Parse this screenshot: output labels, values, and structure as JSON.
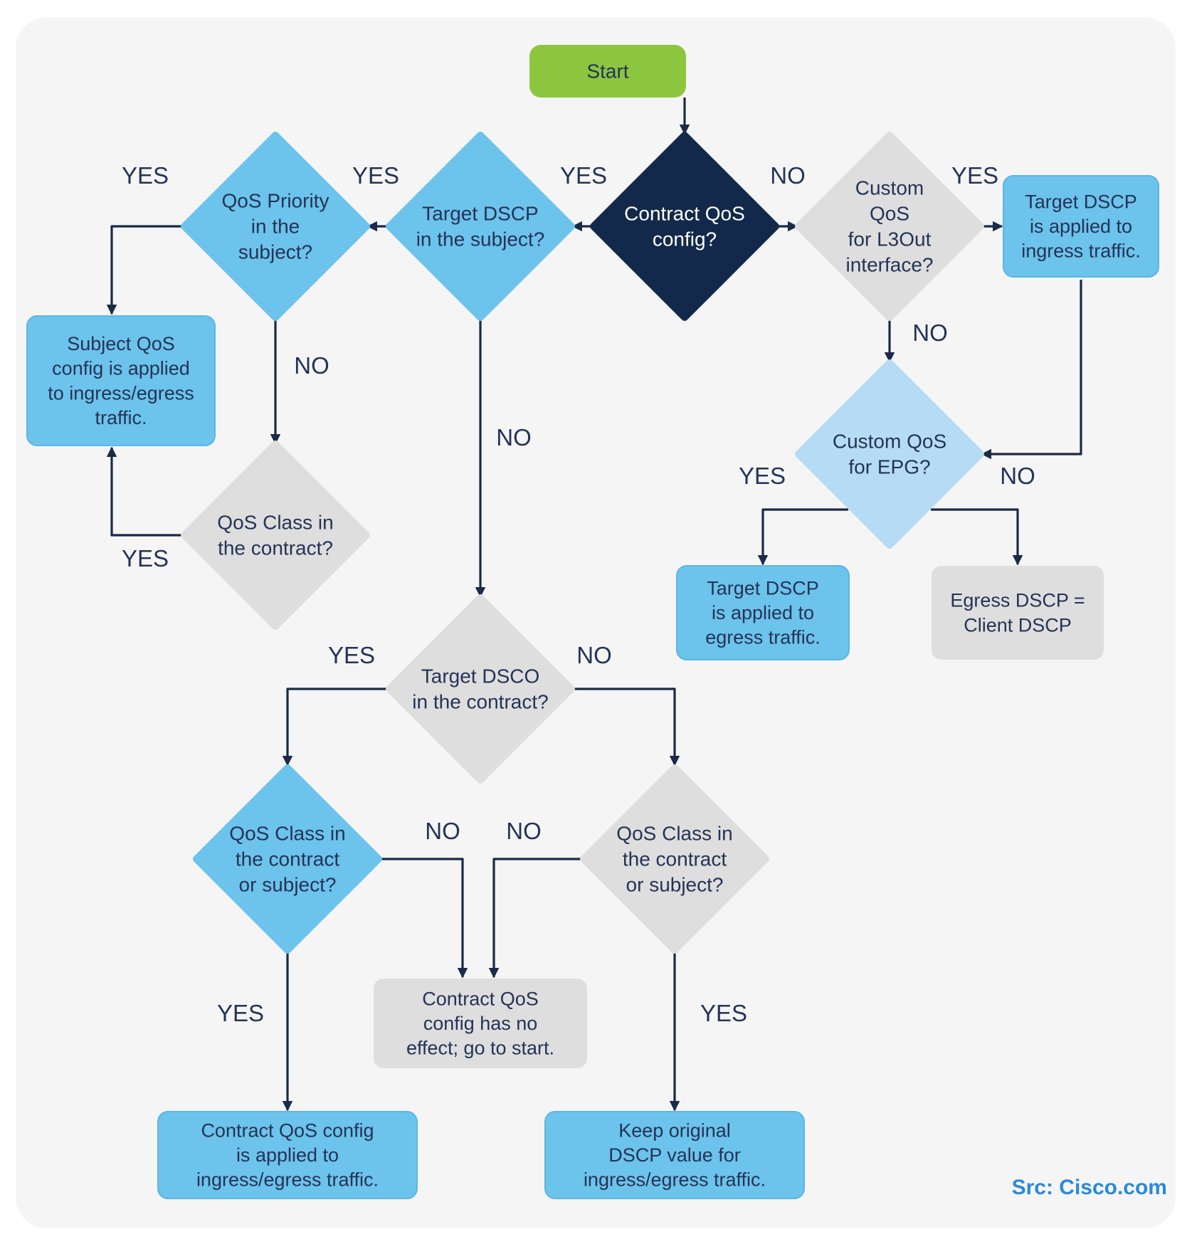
{
  "colors": {
    "background": "#f5f5f5",
    "start": "#8cc63f",
    "dark": "#13294b",
    "blue": "#6cc3ec",
    "blue_border": "#5cb6e3",
    "light_blue": "#b5dcf4",
    "gray": "#dedede",
    "text": "#243356",
    "line": "#1a2a48",
    "credit": "#2a8ad8"
  },
  "nodes": {
    "start": {
      "lines": [
        "Start"
      ]
    },
    "contract_qos": {
      "lines": [
        "Contract QoS",
        "config?"
      ]
    },
    "target_dscp_subject": {
      "lines": [
        "Target DSCP",
        "in the subject?"
      ]
    },
    "qos_priority_subject": {
      "lines": [
        "QoS Priority",
        "in the",
        "subject?"
      ]
    },
    "subject_qos_applied": {
      "lines": [
        "Subject QoS",
        "config is applied",
        "to ingress/egress",
        "traffic."
      ]
    },
    "qos_class_contract_left": {
      "lines": [
        "QoS Class in",
        "the contract?"
      ]
    },
    "custom_qos_l3out": {
      "lines": [
        "Custom",
        "QoS",
        "for L3Out",
        "interface?"
      ]
    },
    "target_dscp_ingress": {
      "lines": [
        "Target DSCP",
        "is applied to",
        "ingress traffic."
      ]
    },
    "custom_qos_epg": {
      "lines": [
        "Custom QoS",
        "for EPG?"
      ]
    },
    "target_dscp_egress": {
      "lines": [
        "Target DSCP",
        "is applied to",
        "egress traffic."
      ]
    },
    "egress_dscp_client": {
      "lines": [
        "Egress DSCP =",
        "Client DSCP"
      ]
    },
    "target_dsco_contract": {
      "lines": [
        "Target DSCO",
        "in the contract?"
      ]
    },
    "qos_class_cs_left": {
      "lines": [
        "QoS Class in",
        "the contract",
        "or subject?"
      ]
    },
    "qos_class_cs_right": {
      "lines": [
        "QoS Class in",
        "the contract",
        "or subject?"
      ]
    },
    "no_effect": {
      "lines": [
        "Contract QoS",
        "config has no",
        "effect; go to start."
      ]
    },
    "contract_qos_applied": {
      "lines": [
        "Contract QoS config",
        "is applied to",
        "ingress/egress traffic."
      ]
    },
    "keep_original": {
      "lines": [
        "Keep original",
        "DSCP value for",
        "ingress/egress traffic."
      ]
    }
  },
  "labels": {
    "yes": "YES",
    "no": "NO"
  },
  "source_credit": "Src: Cisco.com"
}
